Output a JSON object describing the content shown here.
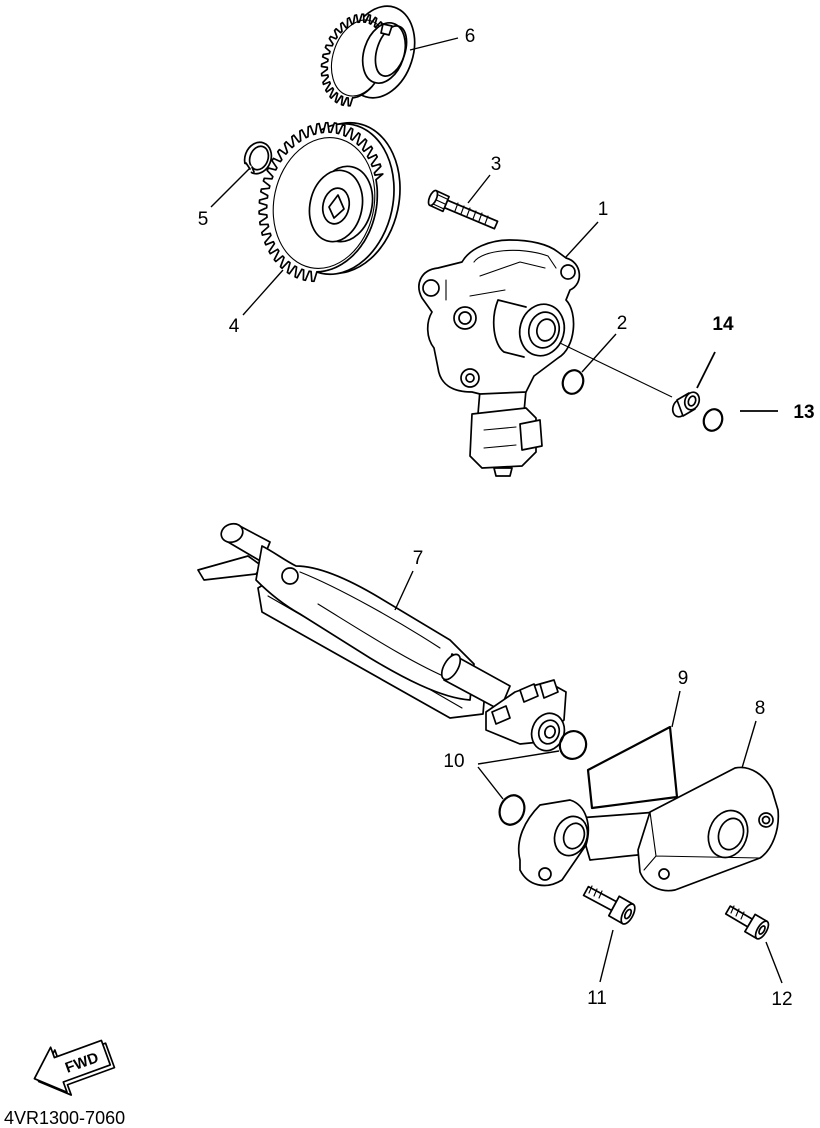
{
  "diagram": {
    "callouts": [
      "1",
      "2",
      "3",
      "4",
      "5",
      "6",
      "7",
      "8",
      "9",
      "10",
      "11",
      "12",
      "13",
      "14"
    ],
    "fwd_label": "FWD",
    "code": "4VR1300-7060"
  },
  "colors": {
    "line": "#000000",
    "background": "#ffffff"
  }
}
